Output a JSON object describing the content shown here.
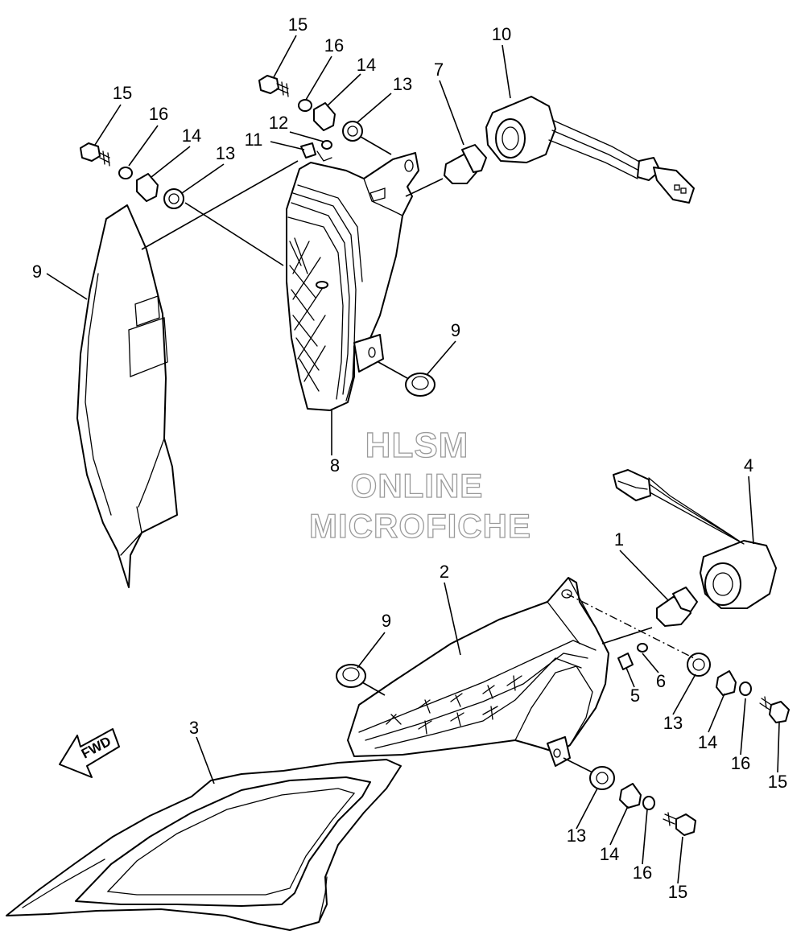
{
  "watermark": {
    "line1": "HLSM",
    "line2": "ONLINE",
    "line3": "MICROFICHE"
  },
  "direction_label": "FWD",
  "callouts": {
    "c1": "15",
    "c2": "16",
    "c3": "14",
    "c4": "13",
    "c5": "12",
    "c6": "11",
    "c7": "7",
    "c8": "10",
    "c9": "15",
    "c10": "16",
    "c11": "14",
    "c12": "13",
    "c13": "9",
    "c14": "9",
    "c15": "8",
    "c16": "4",
    "c17": "1",
    "c18": "2",
    "c19": "9",
    "c20": "6",
    "c21": "5",
    "c22": "13",
    "c23": "14",
    "c24": "16",
    "c25": "15",
    "c26": "3",
    "c27": "13",
    "c28": "14",
    "c29": "16",
    "c30": "15"
  },
  "colors": {
    "line": "#000000",
    "background": "#ffffff",
    "watermark_outline": "#9a9a9a"
  }
}
